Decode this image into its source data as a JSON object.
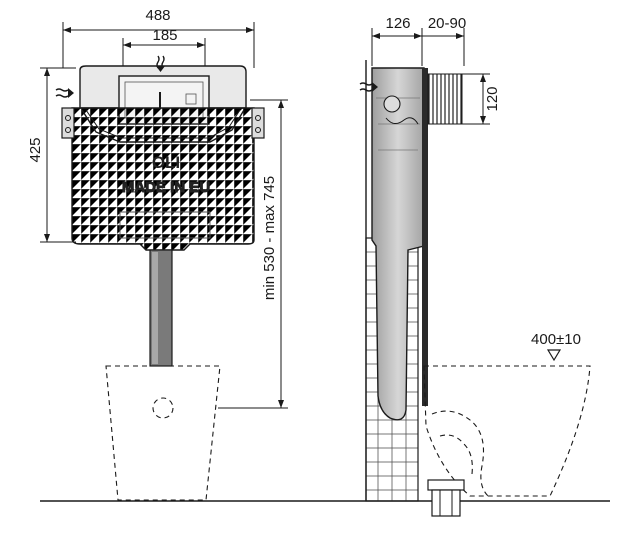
{
  "dimensions": {
    "total_width": "488",
    "button_width": "185",
    "tank_height": "425",
    "install_height": "min 530 - max 745",
    "depth": "126",
    "extension": "20-90",
    "flange": "120",
    "bowl_height": "400±10"
  },
  "branding": {
    "logo": "OLI",
    "origin": "MADE IN EU"
  },
  "colors": {
    "line": "#1a1a1a",
    "tank_shade": "#c8c8c8",
    "grid": "#b8b8b8",
    "dark_part": "#2a2a2a"
  }
}
